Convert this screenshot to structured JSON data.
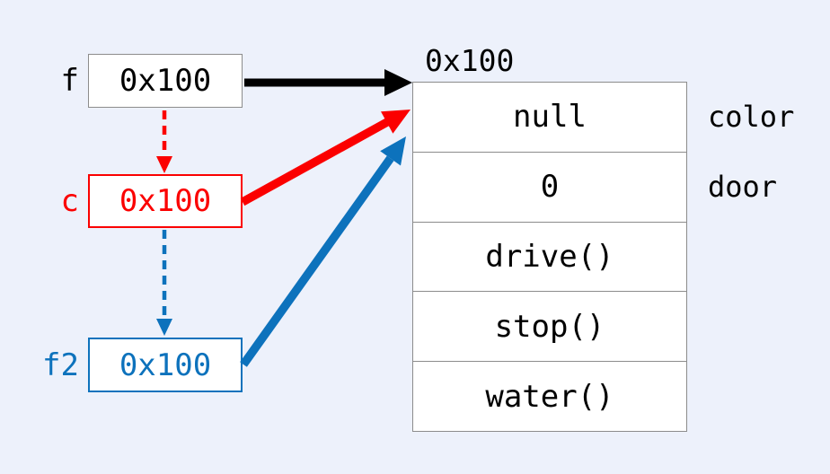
{
  "page": {
    "background": "#edf1fb"
  },
  "colors": {
    "black": "#000000",
    "red": "#fb0000",
    "blue": "#0d72bc",
    "box_border_gray": "#8c8c8c"
  },
  "variables": [
    {
      "name": "f",
      "value": "0x100"
    },
    {
      "name": "c",
      "value": "0x100"
    },
    {
      "name": "f2",
      "value": "0x100"
    }
  ],
  "object": {
    "address": "0x100",
    "rows": [
      {
        "value": "null",
        "label": "color"
      },
      {
        "value": "0",
        "label": "door"
      },
      {
        "value": "drive()",
        "label": ""
      },
      {
        "value": "stop()",
        "label": ""
      },
      {
        "value": "water()",
        "label": ""
      }
    ]
  },
  "arrows": {
    "f_to_object": "solid black arrow",
    "c_to_object": "solid red arrow",
    "f2_to_object": "solid blue arrow",
    "f_to_c": "dashed red arrow",
    "c_to_f2": "dashed blue arrow"
  }
}
